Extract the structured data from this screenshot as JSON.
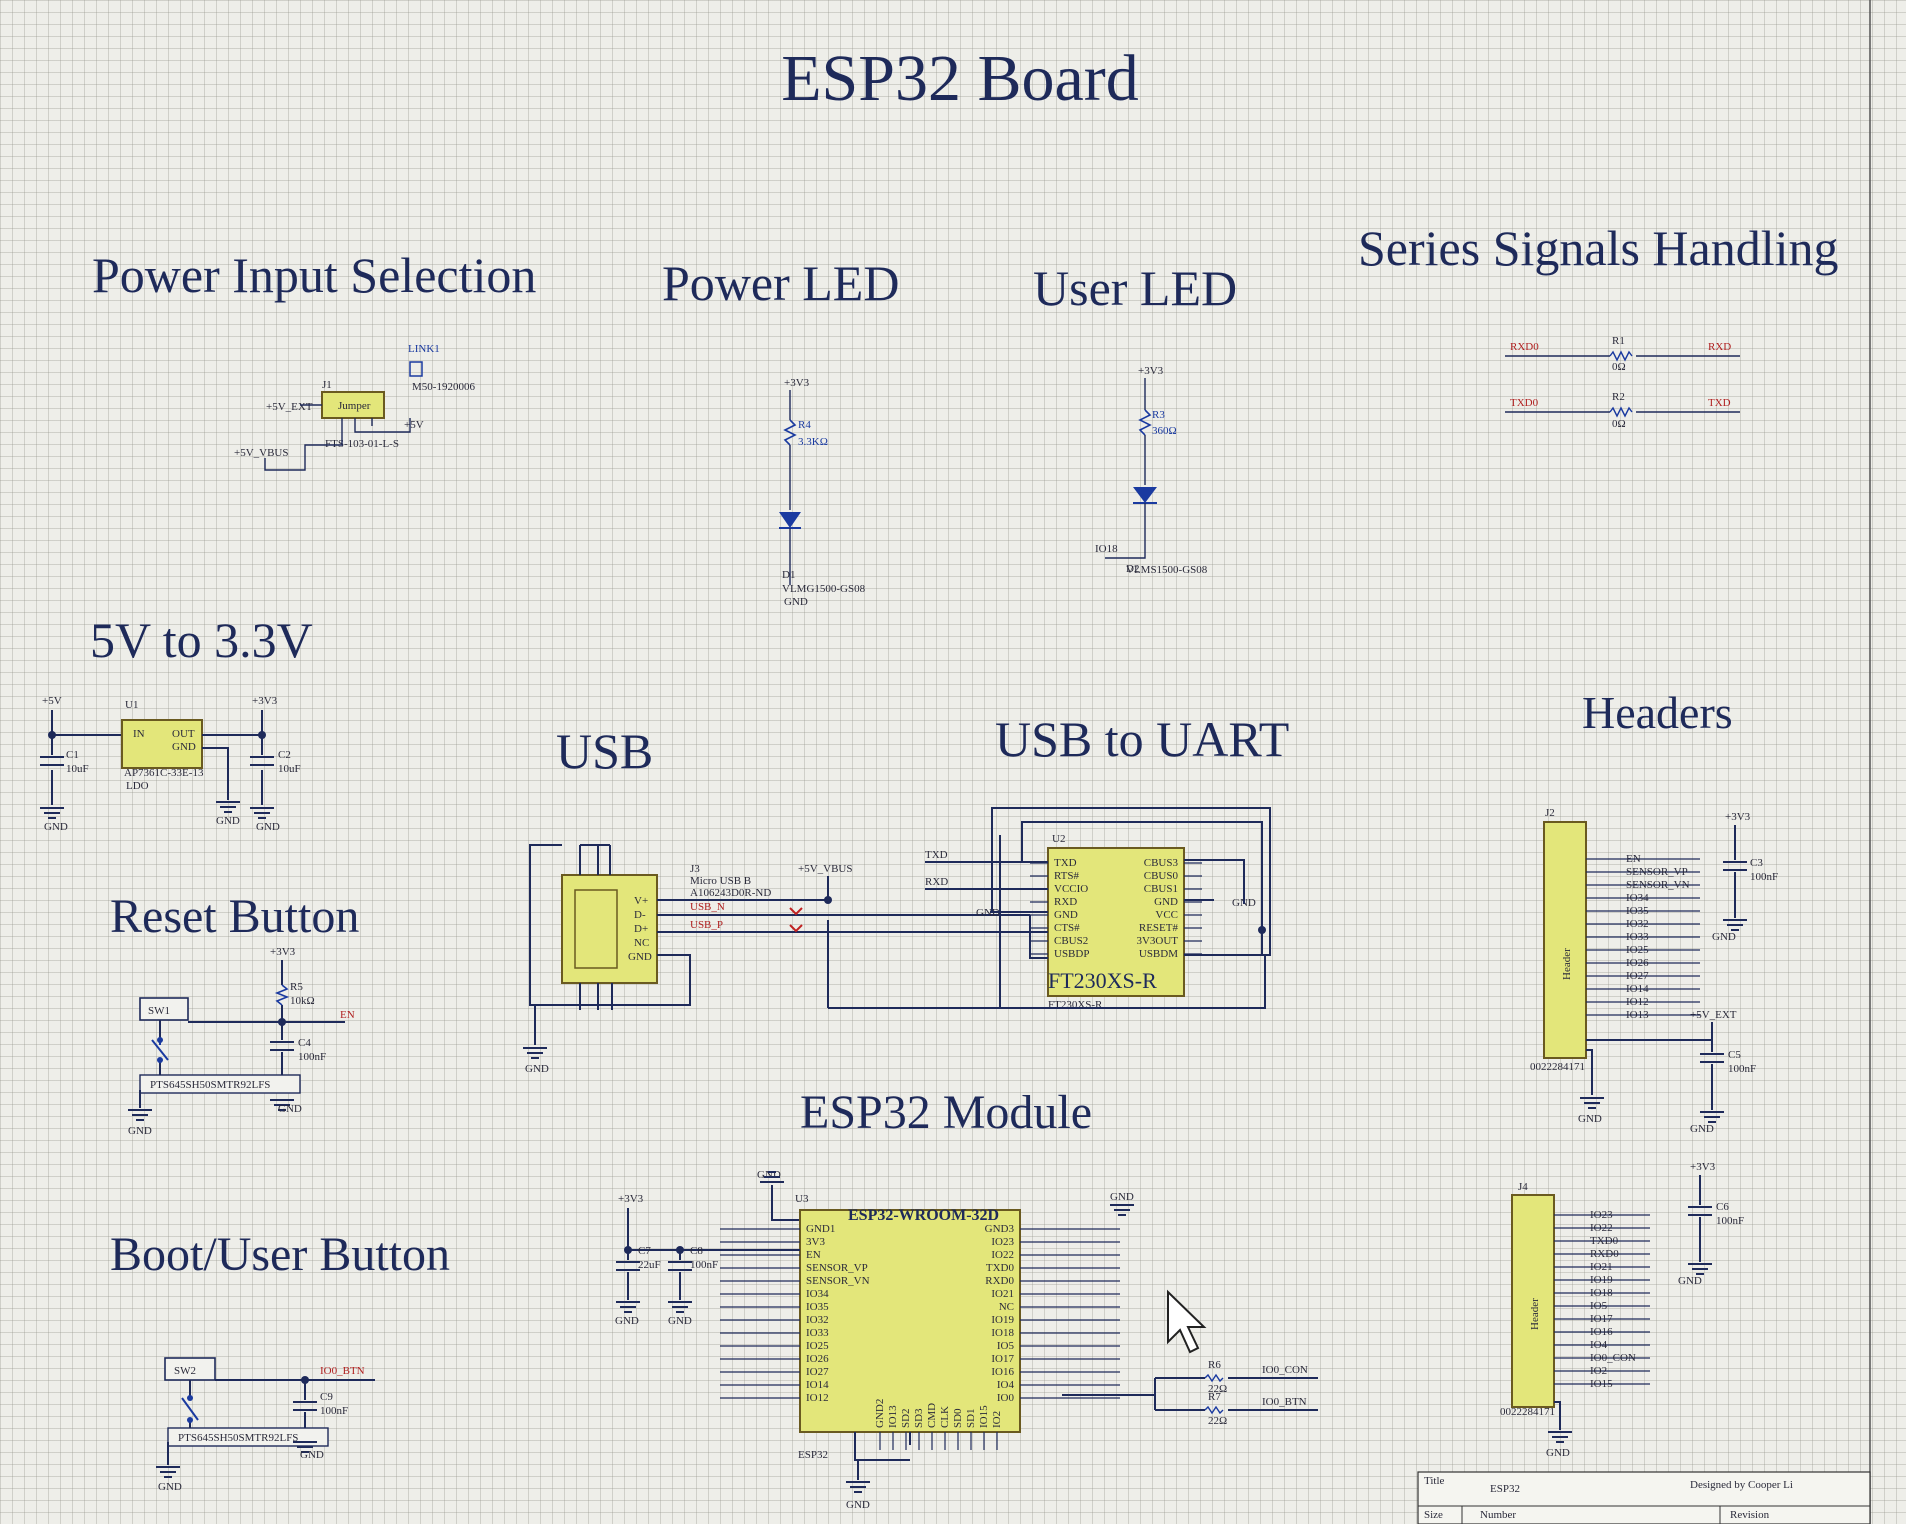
{
  "titles": {
    "main": "ESP32 Board",
    "power_input": "Power Input Selection",
    "power_led": "Power LED",
    "user_led": "User LED",
    "series": "Series Signals Handling",
    "ldo": "5V to 3.3V",
    "usb": "USB",
    "usb_uart": "USB to UART",
    "headers": "Headers",
    "reset": "Reset Button",
    "boot": "Boot/User Button",
    "module": "ESP32 Module"
  },
  "power_input": {
    "link": "LINK1",
    "link_part": "M50-1920006",
    "jumper_ref": "J1",
    "jumper": "Jumper",
    "jumper_part": "FTS-103-01-L-S",
    "net_5v_ext": "+5V_EXT",
    "net_5v_vbus": "+5V_VBUS",
    "net_5v": "+5V"
  },
  "power_led": {
    "net": "+3V3",
    "r_ref": "R4",
    "r_val": "3.3KΩ",
    "d_ref": "D1",
    "d_part": "VLMG1500-GS08",
    "gnd": "GND"
  },
  "user_led": {
    "net": "+3V3",
    "r_ref": "R3",
    "r_val": "360Ω",
    "d_ref": "D2",
    "d_part": "VLMS1500-GS08",
    "io": "IO18"
  },
  "series": {
    "rxd0": "RXD0",
    "txd0": "TXD0",
    "r1": "R1",
    "r2": "R2",
    "r_val": "0Ω",
    "rxd": "RXD",
    "txd": "TXD"
  },
  "ldo": {
    "in_net": "+5V",
    "out_net": "+3V3",
    "u_ref": "U1",
    "pin_in": "IN",
    "pin_out": "OUT",
    "pin_gnd": "GND",
    "part": "AP7361C-33E-13",
    "kind": "LDO",
    "c1": "C1",
    "c1_val": "10uF",
    "c2": "C2",
    "c2_val": "10uF",
    "gnd": "GND"
  },
  "usb": {
    "ref": "J3",
    "name": "Micro USB B",
    "part": "A106243D0R-ND",
    "net_vbus": "+5V_VBUS",
    "net_dn": "USB_N",
    "net_dp": "USB_P",
    "pins": [
      "V+",
      "D-",
      "D+",
      "NC",
      "GND"
    ],
    "gnd": "GND"
  },
  "uart": {
    "ref": "U2",
    "part": "FT230XS-R",
    "part_sub": "FT230XS-R",
    "txd": "TXD",
    "rxd": "RXD",
    "left_pins": [
      "TXD",
      "RTS#",
      "VCCIO",
      "RXD",
      "GND",
      "CTS#",
      "CBUS2",
      "USBDP"
    ],
    "right_pins": [
      "CBUS3",
      "CBUS0",
      "CBUS1",
      "GND",
      "VCC",
      "RESET#",
      "3V3OUT",
      "USBDM"
    ],
    "gnd": "GND"
  },
  "reset": {
    "sw": "SW1",
    "part": "PTS645SH50SMTR92LFS",
    "net": "+3V3",
    "r_ref": "R5",
    "r_val": "10kΩ",
    "en": "EN",
    "c_ref": "C4",
    "c_val": "100nF",
    "gnd": "GND"
  },
  "boot": {
    "sw": "SW2",
    "part": "PTS645SH50SMTR92LFS",
    "net": "IO0_BTN",
    "c_ref": "C9",
    "c_val": "100nF",
    "gnd": "GND"
  },
  "module": {
    "ref": "U3",
    "part": "ESP32-WROOM-32D",
    "net": "+3V3",
    "c7": "C7",
    "c7_val": "22uF",
    "c8": "C8",
    "c8_val": "100nF",
    "gnd": "GND",
    "left_pins": [
      "GND1",
      "3V3",
      "EN",
      "SENSOR_VP",
      "SENSOR_VN",
      "IO34",
      "IO35",
      "IO32",
      "IO33",
      "IO25",
      "IO26",
      "IO27",
      "IO14",
      "IO12"
    ],
    "right_pins": [
      "GND3",
      "IO23",
      "IO22",
      "TXD0",
      "RXD0",
      "IO21",
      "NC",
      "IO19",
      "IO18",
      "IO5",
      "IO17",
      "IO16",
      "IO4",
      "IO0"
    ],
    "bottom_pins": [
      "GND2",
      "IO13",
      "SD2",
      "SD3",
      "CMD",
      "CLK",
      "SD0",
      "SD1",
      "IO15",
      "IO2"
    ],
    "r6": "R6",
    "r7": "R7",
    "r_val": "22Ω",
    "io0_con": "IO0_CON",
    "io0_btn": "IO0_BTN",
    "foot": "ESP32"
  },
  "headers": {
    "j2": "J2",
    "j4": "J4",
    "label": "Header",
    "part": "0022284171",
    "net": "+3V3",
    "net_ext": "+5V_EXT",
    "c3": "C3",
    "c5": "C5",
    "c6": "C6",
    "c_val": "100nF",
    "gnd": "GND",
    "j2_nets": [
      "EN",
      "SENSOR_VP",
      "SENSOR_VN",
      "IO34",
      "IO35",
      "IO32",
      "IO33",
      "IO25",
      "IO26",
      "IO27",
      "IO14",
      "IO12",
      "IO13"
    ],
    "j4_nets": [
      "IO23",
      "IO22",
      "TXD0",
      "RXD0",
      "IO21",
      "IO19",
      "IO18",
      "IO5",
      "IO17",
      "IO16",
      "IO4",
      "IO0_CON",
      "IO2",
      "IO15"
    ]
  },
  "titleblock": {
    "title_lbl": "Title",
    "title": "ESP32",
    "designed": "Designed by Cooper Li",
    "size": "Size",
    "number": "Number",
    "revision": "Revision"
  }
}
